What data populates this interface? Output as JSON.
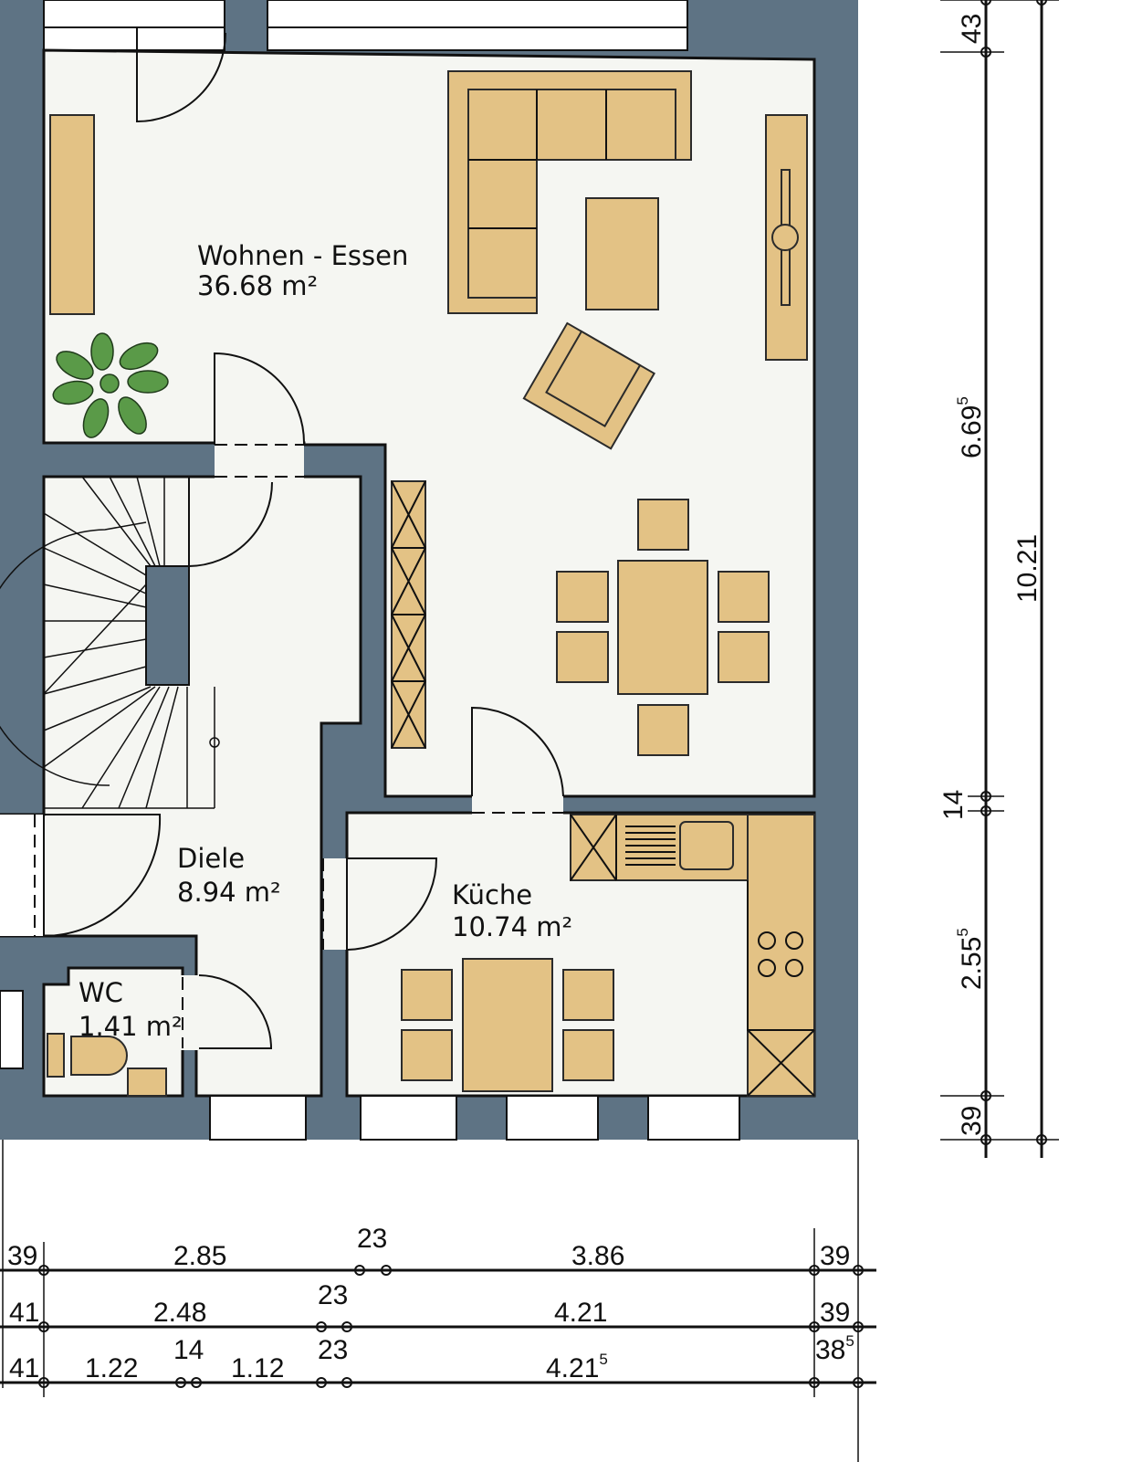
{
  "colors": {
    "wall": "#5e7384",
    "floor": "#f5f6f2",
    "furniture": "#e3c285",
    "plant": "#5a9a48"
  },
  "rooms": {
    "wohnen": {
      "name": "Wohnen - Essen",
      "area": "36.68 m²"
    },
    "diele": {
      "name": "Diele",
      "area": "8.94 m²"
    },
    "kueche": {
      "name": "Küche",
      "area": "10.74 m²"
    },
    "wc": {
      "name": "WC",
      "area": "1.41 m²"
    }
  },
  "dimensions": {
    "row1": {
      "a": "39",
      "b": "2.85",
      "c": "23",
      "d": "3.86",
      "e": "39"
    },
    "row2": {
      "a": "41",
      "b": "2.48",
      "c": "23",
      "d": "4.21",
      "e": "39"
    },
    "row3": {
      "a": "41",
      "b": "1.22",
      "c": "14",
      "d": "1.12",
      "e": "23",
      "f": "4.21",
      "f_sup": "5",
      "g": "38",
      "g_sup": "5"
    },
    "vertical_inner": {
      "a": "43",
      "b": "6.69",
      "b_sup": "5",
      "c": "14",
      "d": "2.55",
      "d_sup": "5",
      "e": "39"
    },
    "vertical_total": "10.21"
  }
}
